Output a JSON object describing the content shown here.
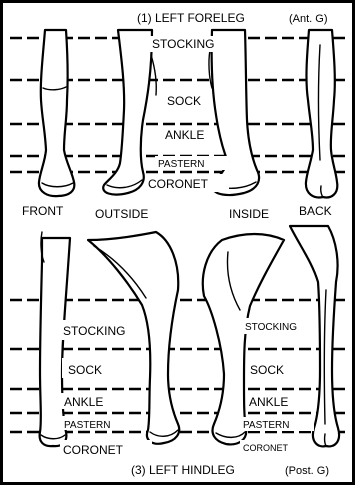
{
  "forelegs": {
    "title": "(1) LEFT FORELEG",
    "note": "(Ant. G)",
    "zones": {
      "stocking": "STOCKING",
      "sock": "SOCK",
      "ankle": "ANKLE",
      "pastern": "PASTERN",
      "coronet": "CORONET"
    },
    "views": {
      "front": "FRONT",
      "outside": "OUTSIDE",
      "inside": "INSIDE",
      "back": "BACK"
    }
  },
  "hindlegs": {
    "title": "(3) LEFT HINDLEG",
    "note": "(Post. G)",
    "left_zones": {
      "stocking": "STOCKING",
      "sock": "SOCK",
      "ankle": "ANKLE",
      "pastern": "PASTERN",
      "coronet": "CORONET"
    },
    "right_zones": {
      "stocking": "STOCKING",
      "sock": "SOCK",
      "ankle": "ANKLE",
      "pastern": "PASTERN",
      "coronet": "CORONET"
    }
  }
}
